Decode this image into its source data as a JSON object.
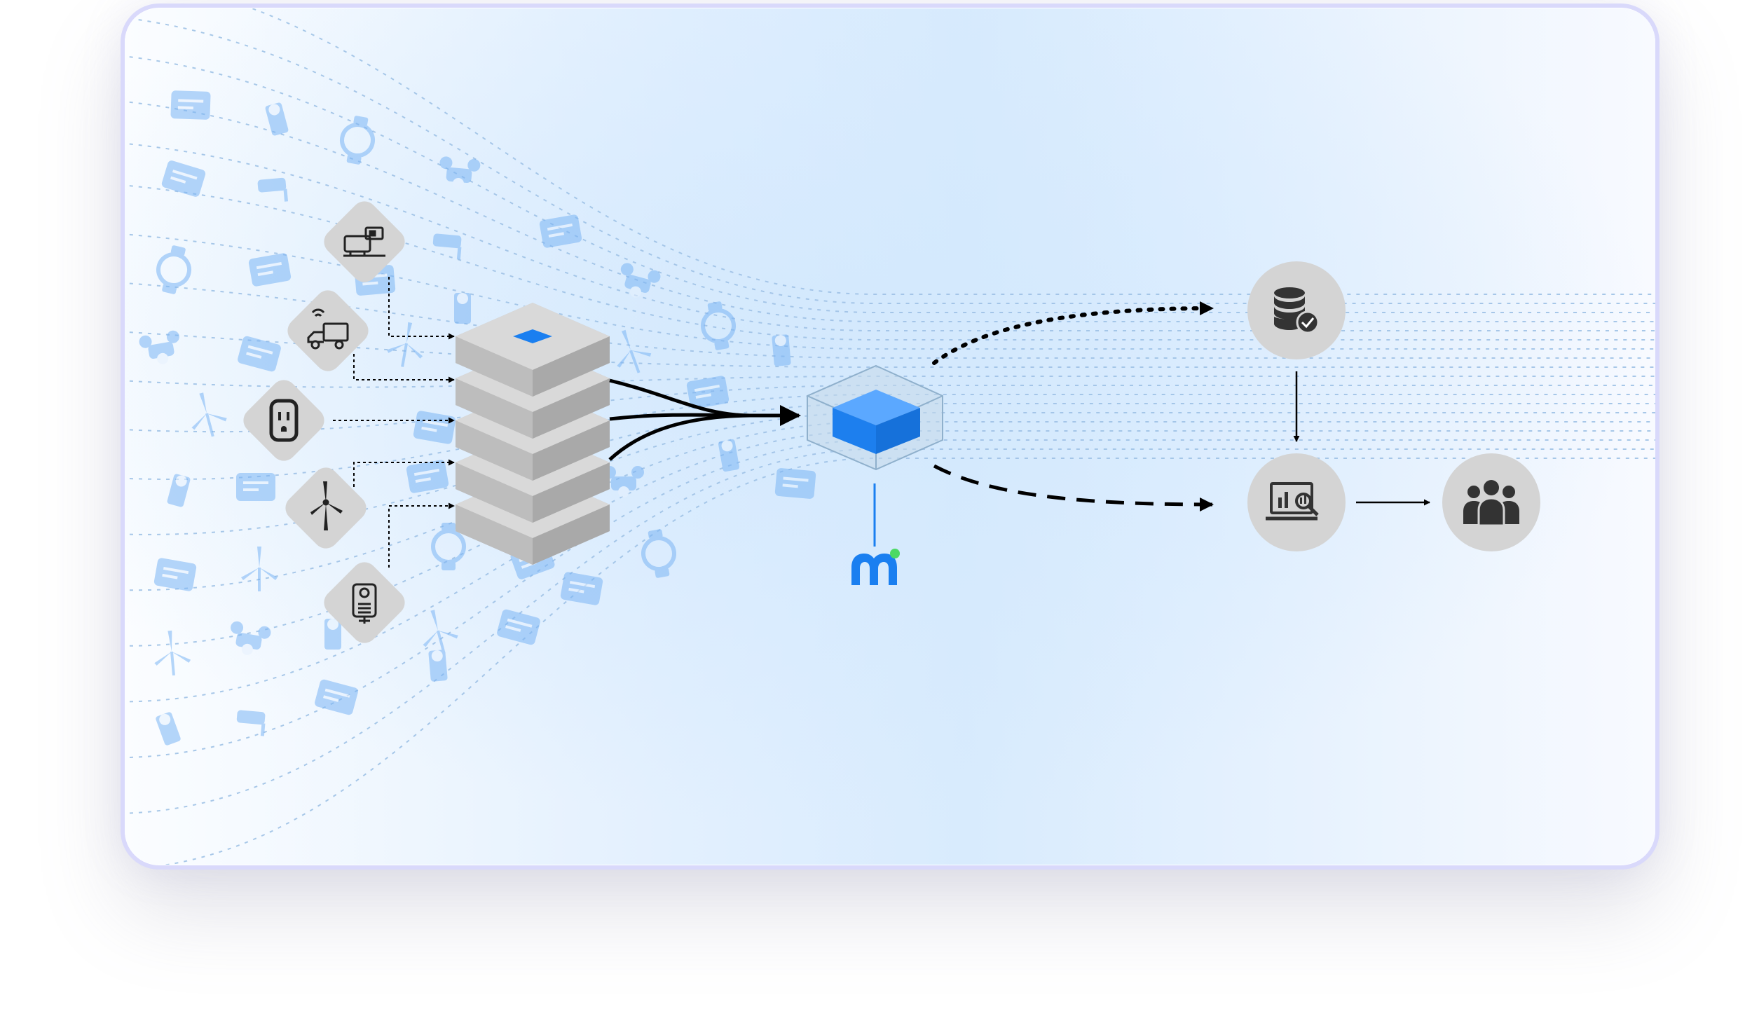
{
  "diagram": {
    "theme": {
      "card_border": "#d9d9fb",
      "card_fill_light": "#f6f9ff",
      "card_fill_blue": "#d9ecff",
      "watermark_icon_color": "#7bb4f4",
      "trail_color": "#9fc2e6",
      "node_gray": "#d4d4d4",
      "block_face": "#c4c4c4",
      "block_top": "#d7d7d7",
      "block_side": "#a9a9a9",
      "accent_blue": "#1a7ff0",
      "brand_dot_green": "#4cd964",
      "arrow_color": "#000000"
    },
    "sources": [
      {
        "icon": "factory-machine-icon"
      },
      {
        "icon": "delivery-truck-icon"
      },
      {
        "icon": "smart-plug-icon"
      },
      {
        "icon": "wind-turbine-icon"
      },
      {
        "icon": "meter-device-icon"
      }
    ],
    "ingestion_layers": 5,
    "hub": {
      "icon": "data-cube-icon",
      "brand_icon": "brand-logo-icon"
    },
    "outputs": [
      {
        "icon": "database-check-icon",
        "link_style": "dotted"
      },
      {
        "icon": "analytics-report-icon",
        "link_style": "dashed"
      },
      {
        "icon": "user-group-icon",
        "link_style": "solid"
      }
    ],
    "background_icons": [
      "meter-icon",
      "watch-icon",
      "wifi-card-icon",
      "wind-turbine-icon",
      "cctv-camera-icon",
      "chart-card-icon",
      "ev-charger-icon",
      "drone-icon"
    ]
  }
}
